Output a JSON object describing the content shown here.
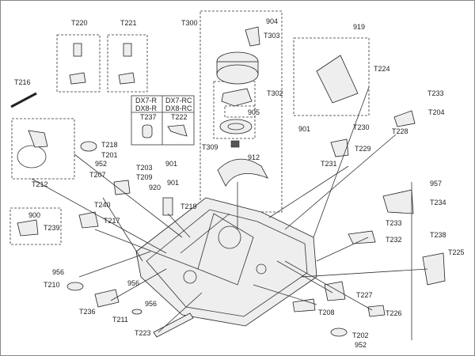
{
  "labels": [
    "T220",
    "T221",
    "T300",
    "904",
    "T303",
    "919",
    "T224",
    "T216",
    "T302",
    "905",
    "T233",
    "T204",
    "901",
    "T230",
    "T228",
    "T309",
    "912",
    "T229",
    "T231",
    "T218",
    "T201",
    "952",
    "T203",
    "T207",
    "T209",
    "901",
    "920",
    "901",
    "T219",
    "957",
    "T234",
    "T240",
    "900",
    "T239",
    "T217",
    "T233",
    "T238",
    "T232",
    "T225",
    "956",
    "T210",
    "956",
    "T227",
    "T236",
    "T211",
    "956",
    "T208",
    "T226",
    "T223",
    "T202",
    "952",
    "T212"
  ],
  "variant_table": {
    "header_left": [
      "DX7-R",
      "DX8-R"
    ],
    "header_right": [
      "DX7-RC",
      "DX8-RC"
    ],
    "part_left": "T237",
    "part_right": "T222"
  },
  "colors": {
    "line": "#333333",
    "background": "#ffffff"
  }
}
